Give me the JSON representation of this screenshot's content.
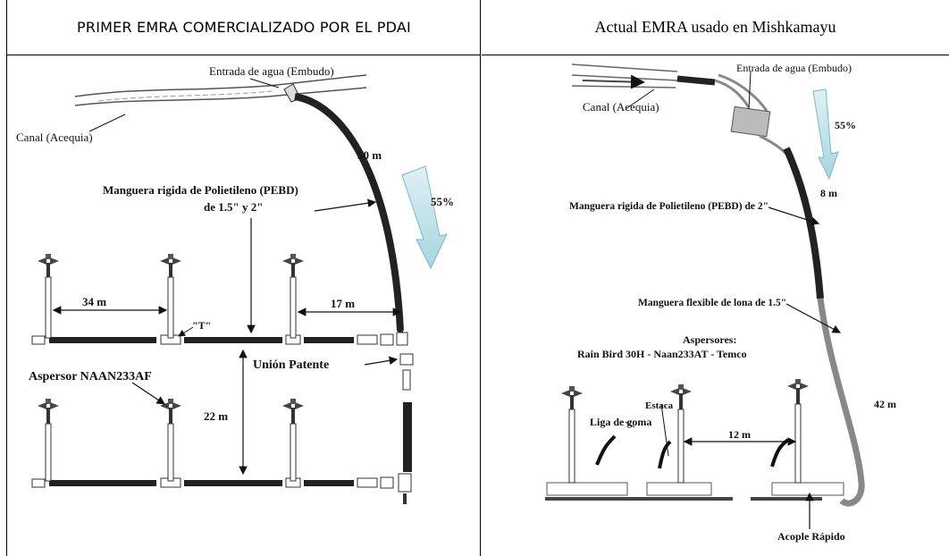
{
  "left_panel": {
    "title": "PRIMER EMRA COMERCIALIZADO POR EL PDAI",
    "labels": {
      "entrada": "Entrada de agua (Embudo)",
      "canal": "Canal (Acequia)",
      "dist_50": "50 m",
      "slope": "55%",
      "manguera_line1": "Manguera rigida de Polietileno (PEBD)",
      "manguera_line2": "de  1.5\"  y  2\"",
      "dist_34": "34 m",
      "dist_17": "17 m",
      "tee": "\"T\"",
      "union": "Unión Patente",
      "aspersor": "Aspersor NAAN233AF",
      "dist_22": "22 m"
    }
  },
  "right_panel": {
    "title": "Actual EMRA usado en Mishkamayu",
    "labels": {
      "entrada": "Entrada de agua (Embudo)",
      "canal": "Canal (Acequia)",
      "slope": "55%",
      "dist_8": "8 m",
      "manguera_rigida": "Manguera rigida de Polietileno (PEBD) de 2\"",
      "manguera_flexible": "Manguera flexible de lona de 1.5\"",
      "aspersores_title": "Aspersores:",
      "aspersores_list": "Rain Bird 30H  -  Naan233AT  - Temco",
      "dist_42": "42 m",
      "estaca": "Estaca",
      "liga": "Liga de goma",
      "dist_12": "12 m",
      "acople": "Acople Rápido"
    }
  }
}
